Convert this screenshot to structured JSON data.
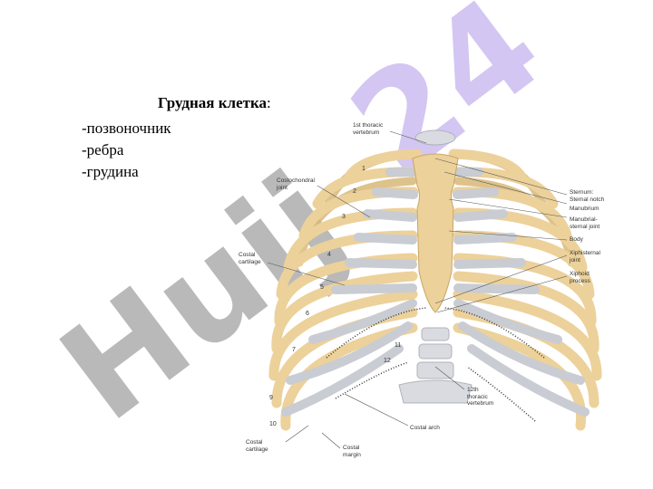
{
  "slide": {
    "title": "Грудная клетка",
    "title_suffix": ":",
    "bullets": [
      "-позвоночник",
      "-ребра",
      "-грудина"
    ]
  },
  "figure": {
    "labels": {
      "first_vertebra": "1st thoracic\nvertebrum",
      "costochondral": "Costochondral\njoint",
      "costal_cartilage_upper": "Costal\ncartilage",
      "sternum": "Sternum:",
      "sternal_notch": "Sternal notch",
      "manubrium": "Manubrium",
      "manubrial_joint": "Manubrial-\nsternal joint",
      "body": "Body",
      "xiphisternal": "Xiphisternal\njoint",
      "xiphoid": "Xiphoid\nprocess",
      "twelfth_vertebra": "12th\nthoracic\nvertebrum",
      "costal_arch": "Costal arch",
      "costal_cartilage_lower": "Costal\ncartilage",
      "costal_margin": "Costal\nmargin"
    },
    "rib_numbers": [
      "1",
      "2",
      "3",
      "4",
      "5",
      "6",
      "7",
      "9",
      "10",
      "11",
      "12"
    ]
  },
  "colors": {
    "bone": "#ecd19a",
    "bone_edge": "#c9a565",
    "cartilage": "#c9ccd3",
    "watermark_gray": "#a8a8a8",
    "watermark_purple": "#c9b8f0"
  },
  "watermark": {
    "text_gray": "Huij",
    "text_purple": "24"
  }
}
